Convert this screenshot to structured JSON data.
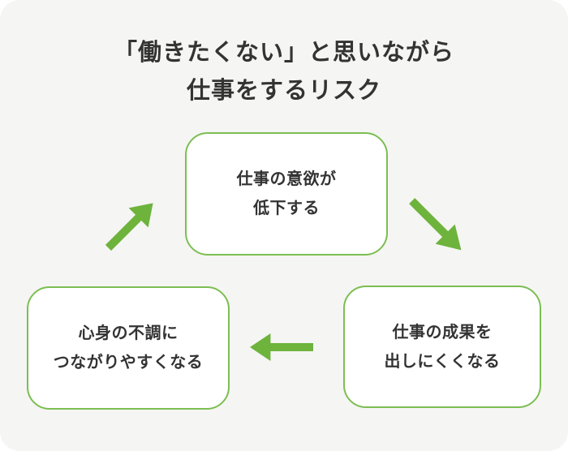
{
  "title": {
    "line1": "「働きたくない」と思いながら",
    "line2": "仕事をするリスク"
  },
  "cycle": {
    "nodes": [
      {
        "id": "motivation-drop",
        "line1": "仕事の意欲が",
        "line2": "低下する"
      },
      {
        "id": "results-harder",
        "line1": "仕事の成果を",
        "line2": "出しにくくなる"
      },
      {
        "id": "health-issues",
        "line1": "心身の不調に",
        "line2": "つながりやすくなる"
      }
    ],
    "arrows": [
      {
        "from": "motivation-drop",
        "to": "results-harder",
        "direction": "down-right"
      },
      {
        "from": "results-harder",
        "to": "health-issues",
        "direction": "left"
      },
      {
        "from": "health-issues",
        "to": "motivation-drop",
        "direction": "up-right"
      }
    ]
  },
  "colors": {
    "background": "#f5f5f3",
    "box_background": "#ffffff",
    "box_border_green": "#7cbe52",
    "arrow_green": "#6db33c",
    "text_dark": "#333333"
  }
}
